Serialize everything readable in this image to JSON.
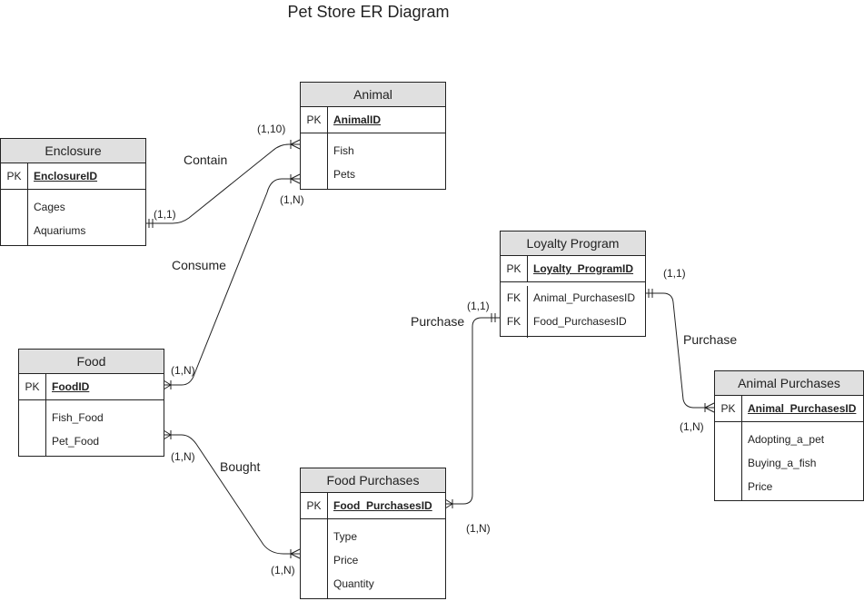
{
  "title": "Pet Store ER Diagram",
  "entities": {
    "animal": {
      "name": "Animal",
      "pk_label": "PK",
      "pk": "AnimalID",
      "attrs": [
        "Fish",
        "Pets"
      ]
    },
    "enclosure": {
      "name": "Enclosure",
      "pk_label": "PK",
      "pk": "EnclosureID",
      "attrs": [
        "Cages",
        "Aquariums"
      ]
    },
    "food": {
      "name": "Food",
      "pk_label": "PK",
      "pk": "FoodID",
      "attrs": [
        "Fish_Food",
        "Pet_Food"
      ]
    },
    "food_purchases": {
      "name": "Food Purchases",
      "pk_label": "PK",
      "pk": "Food_PurchasesID",
      "attrs": [
        "Type",
        "Price",
        "Quantity"
      ]
    },
    "loyalty": {
      "name": "Loyalty Program",
      "pk_label": "PK",
      "pk": "Loyalty_ProgramID",
      "fk_label_1": "FK",
      "fk_label_2": "FK",
      "fks": [
        "Animal_PurchasesID",
        "Food_PurchasesID"
      ]
    },
    "animal_purchases": {
      "name": "Animal Purchases",
      "pk_label": "PK",
      "pk": "Animal_PurchasesID",
      "attrs": [
        "Adopting_a_pet",
        "Buying_a_fish",
        "Price"
      ]
    }
  },
  "relationships": {
    "contain": "Contain",
    "consume": "Consume",
    "bought": "Bought",
    "purchase_left": "Purchase",
    "purchase_right": "Purchase"
  },
  "cardinalities": {
    "contain_animal": "(1,10)",
    "contain_enclosure": "(1,1)",
    "consume_animal": "(1,N)",
    "consume_food": "(1,N)",
    "bought_food": "(1,N)",
    "bought_fp": "(1,N)",
    "purchase_fp": "(1,N)",
    "purchase_loyalty_left": "(1,1)",
    "purchase_loyalty_right": "(1,1)",
    "purchase_ap": "(1,N)"
  }
}
